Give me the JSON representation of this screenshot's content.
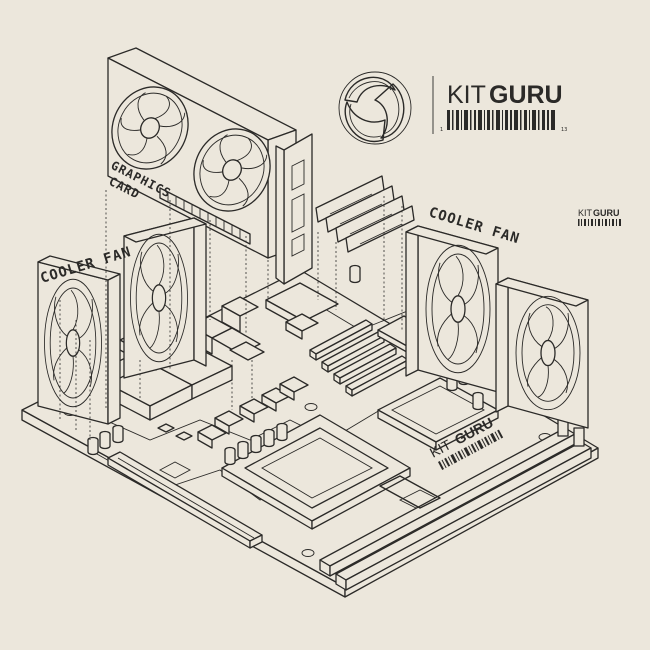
{
  "labels": {
    "graphics_card_line1": "GRAPHICS",
    "graphics_card_line2": "CARD",
    "cooler_fan_left": "COOLER FAN",
    "cooler_fan_right": "COOLER FAN"
  },
  "brand": {
    "main_prefix": "KIT",
    "main_suffix": "GURU",
    "barcode_start": "1",
    "barcode_end": "13",
    "small_prefix": "KIT",
    "small_suffix": "GURU",
    "board_prefix": "KIT",
    "board_suffix": "GURU"
  },
  "colors": {
    "background": "#ece7dc",
    "ink": "#2b2a28"
  }
}
